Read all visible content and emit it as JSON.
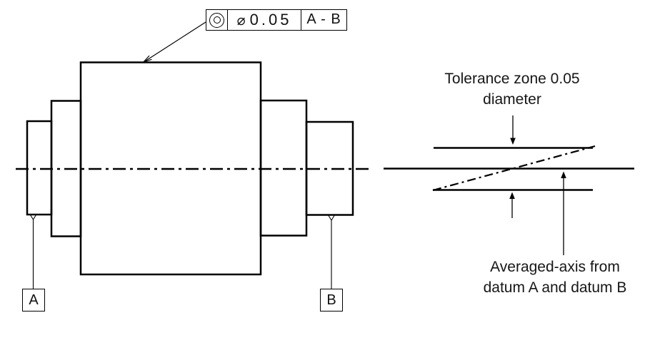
{
  "feature_control_frame": {
    "symbol": "concentricity",
    "diameter_symbol": "⌀",
    "tolerance_value": "0.05",
    "datum_reference": "A - B"
  },
  "datum_labels": {
    "left": "A",
    "right": "B"
  },
  "annotations": {
    "tolerance_zone": {
      "line1": "Tolerance zone 0.05",
      "line2": "diameter"
    },
    "averaged_axis": {
      "line1": "Averaged-axis from",
      "line2": "datum A and datum B"
    }
  },
  "colors": {
    "line": "#000000",
    "background": "#ffffff",
    "text": "#161616"
  }
}
